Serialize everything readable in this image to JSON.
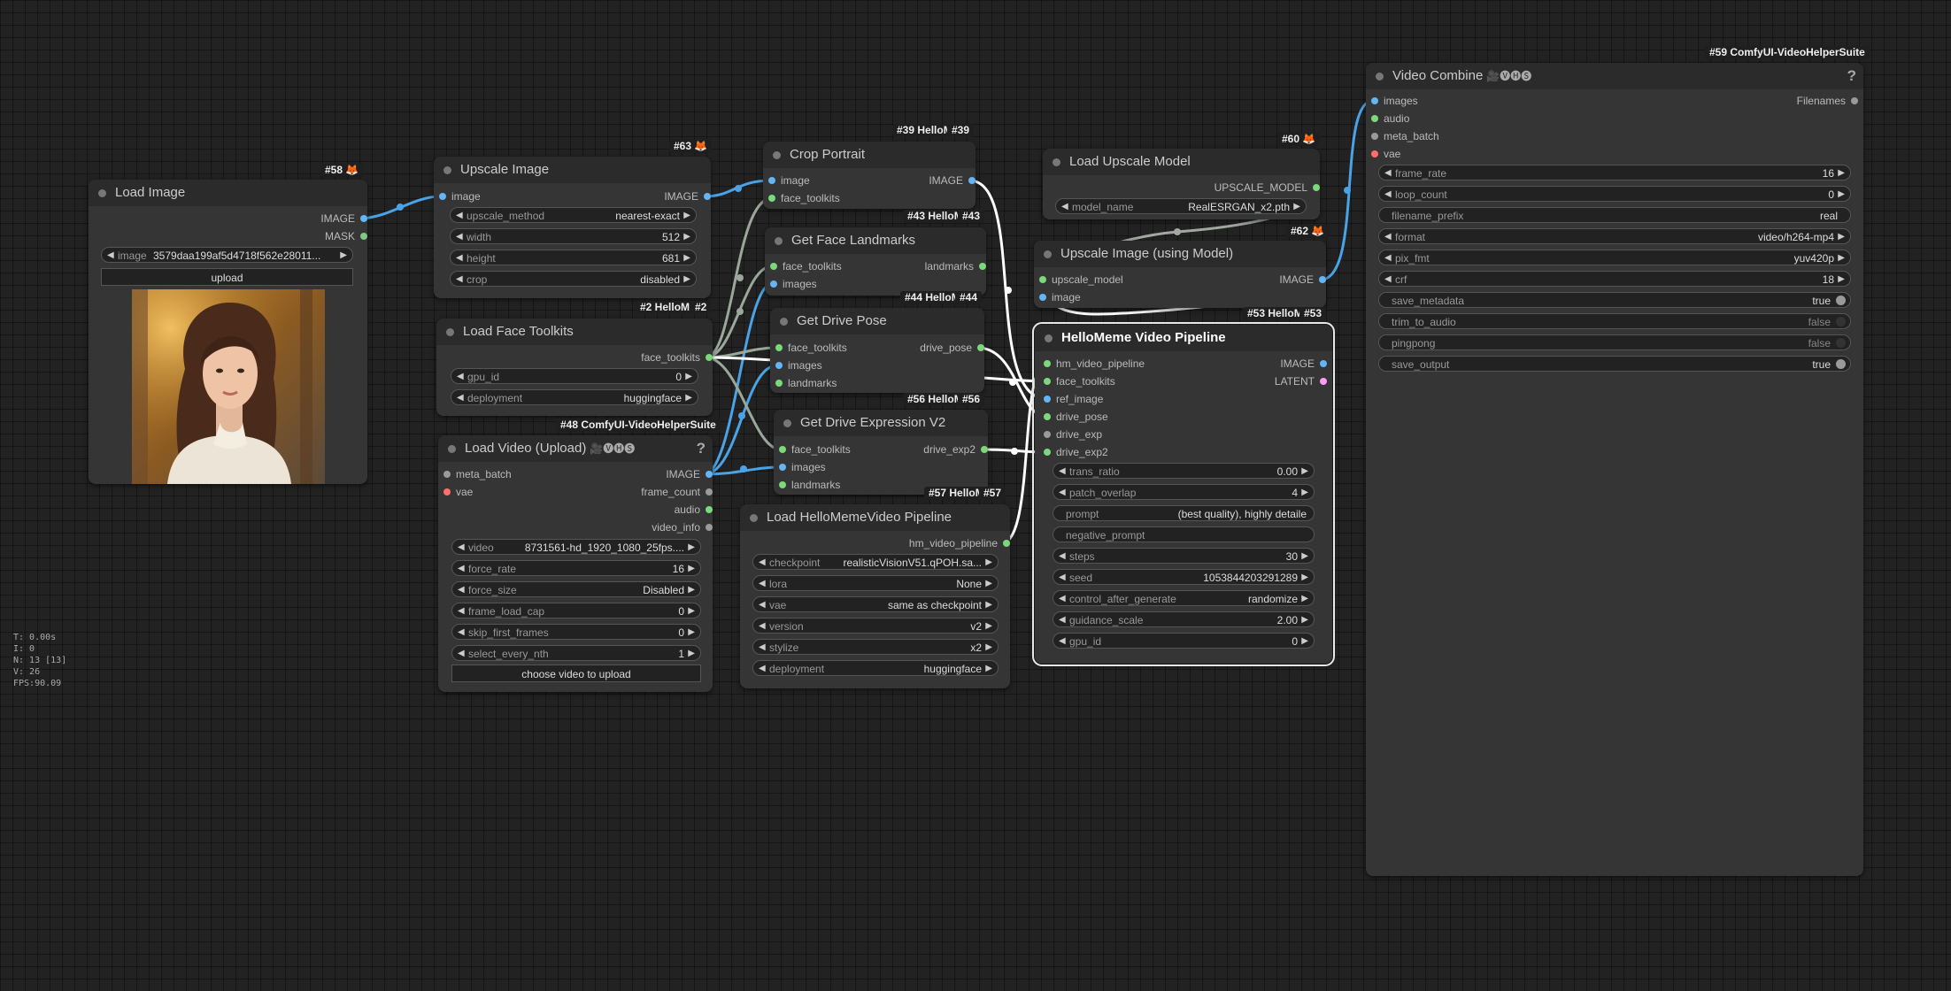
{
  "colors": {
    "image": "#64b5f6",
    "mask": "#81c784",
    "latent": "#ff9cf9",
    "green": "#7bd87b",
    "vae": "#ff6e6e",
    "gray": "#9a9a9a",
    "link": "#ffffff",
    "image_link": "#4aa3e6"
  },
  "stats": [
    "T: 0.00s",
    "I: 0",
    "N: 13 [13]",
    "V: 26",
    "FPS:90.09"
  ],
  "load_image": {
    "badge": "#58 🦊",
    "title": "Load Image",
    "out_image": "IMAGE",
    "out_mask": "MASK",
    "image_label": "image",
    "image_value": "3579daa199af5d4718f562e28011...",
    "upload": "upload"
  },
  "upscale": {
    "badge": "#63 🦊",
    "title": "Upscale Image",
    "in_image": "image",
    "out_image": "IMAGE",
    "w1_l": "upscale_method",
    "w1_v": "nearest-exact",
    "w2_l": "width",
    "w2_v": "512",
    "w3_l": "height",
    "w3_v": "681",
    "w4_l": "crop",
    "w4_v": "disabled"
  },
  "face_toolkits": {
    "badge": "#2 HelloM",
    "badge2": "#2",
    "title": "Load Face Toolkits",
    "out": "face_toolkits",
    "w1_l": "gpu_id",
    "w1_v": "0",
    "w2_l": "deployment",
    "w2_v": "huggingface"
  },
  "load_video": {
    "badge": "#48 ComfyUI-VideoHelperSuite",
    "title": "Load Video (Upload)",
    "emoji": "🎥🅥🅗🅢",
    "help": "?",
    "in1": "meta_batch",
    "in2": "vae",
    "out1": "IMAGE",
    "out2": "frame_count",
    "out3": "audio",
    "out4": "video_info",
    "w1_l": "video",
    "w1_v": "8731561-hd_1920_1080_25fps....",
    "w2_l": "force_rate",
    "w2_v": "16",
    "w3_l": "force_size",
    "w3_v": "Disabled",
    "w4_l": "frame_load_cap",
    "w4_v": "0",
    "w5_l": "skip_first_frames",
    "w5_v": "0",
    "w6_l": "select_every_nth",
    "w6_v": "1",
    "btn": "choose video to upload"
  },
  "crop": {
    "badge": "#39 HelloM",
    "badge2": "#39",
    "title": "Crop Portrait",
    "in1": "image",
    "in2": "face_toolkits",
    "out1": "IMAGE"
  },
  "landmarks": {
    "badge": "#43 HelloM",
    "badge2": "#43",
    "title": "Get Face Landmarks",
    "in1": "face_toolkits",
    "in2": "images",
    "out1": "landmarks"
  },
  "drive_pose": {
    "badge": "#44 HelloM",
    "badge2": "#44",
    "title": "Get Drive Pose",
    "in1": "face_toolkits",
    "in2": "images",
    "in3": "landmarks",
    "out1": "drive_pose"
  },
  "drive_exp": {
    "badge": "#56 HelloM",
    "badge2": "#56",
    "title": "Get Drive Expression V2",
    "in1": "face_toolkits",
    "in2": "images",
    "in3": "landmarks",
    "out1": "drive_exp2"
  },
  "load_pipeline": {
    "badge": "#57 HelloM",
    "badge2": "#57",
    "title": "Load HelloMemeVideo Pipeline",
    "out1": "hm_video_pipeline",
    "w1_l": "checkpoint",
    "w1_v": "realisticVisionV51.qPOH.sa...",
    "w2_l": "lora",
    "w2_v": "None",
    "w3_l": "vae",
    "w3_v": "same as checkpoint",
    "w4_l": "version",
    "w4_v": "v2",
    "w5_l": "stylize",
    "w5_v": "x2",
    "w6_l": "deployment",
    "w6_v": "huggingface"
  },
  "load_upscale": {
    "badge": "#60 🦊",
    "title": "Load Upscale Model",
    "out1": "UPSCALE_MODEL",
    "w1_l": "model_name",
    "w1_v": "RealESRGAN_x2.pth"
  },
  "upscale_model": {
    "badge": "#62 🦊",
    "title": "Upscale Image (using Model)",
    "in1": "upscale_model",
    "in2": "image",
    "out1": "IMAGE"
  },
  "pipeline": {
    "badge": "#53 HelloM",
    "badge2": "#53",
    "title": "HelloMeme Video Pipeline",
    "in1": "hm_video_pipeline",
    "in2": "face_toolkits",
    "in3": "ref_image",
    "in4": "drive_pose",
    "in5": "drive_exp",
    "in6": "drive_exp2",
    "out1": "IMAGE",
    "out2": "LATENT",
    "w1_l": "trans_ratio",
    "w1_v": "0.00",
    "w2_l": "patch_overlap",
    "w2_v": "4",
    "w3_l": "prompt",
    "w3_v": "(best quality), highly detaile",
    "w4_l": "negative_prompt",
    "w4_v": "",
    "w5_l": "steps",
    "w5_v": "30",
    "w6_l": "seed",
    "w6_v": "1053844203291289",
    "w7_l": "control_after_generate",
    "w7_v": "randomize",
    "w8_l": "guidance_scale",
    "w8_v": "2.00",
    "w9_l": "gpu_id",
    "w9_v": "0"
  },
  "video_combine": {
    "badge": "#59 ComfyUI-VideoHelperSuite",
    "title": "Video Combine",
    "emoji": "🎥🅥🅗🅢",
    "help": "?",
    "in1": "images",
    "in2": "audio",
    "in3": "meta_batch",
    "in4": "vae",
    "out1": "Filenames",
    "w1_l": "frame_rate",
    "w1_v": "16",
    "w2_l": "loop_count",
    "w2_v": "0",
    "w3_l": "filename_prefix",
    "w3_v": "real",
    "w4_l": "format",
    "w4_v": "video/h264-mp4",
    "w5_l": "pix_fmt",
    "w5_v": "yuv420p",
    "w6_l": "crf",
    "w6_v": "18",
    "w7_l": "save_metadata",
    "w7_v": "true",
    "w8_l": "trim_to_audio",
    "w8_v": "false",
    "w9_l": "pingpong",
    "w9_v": "false",
    "w10_l": "save_output",
    "w10_v": "true"
  }
}
